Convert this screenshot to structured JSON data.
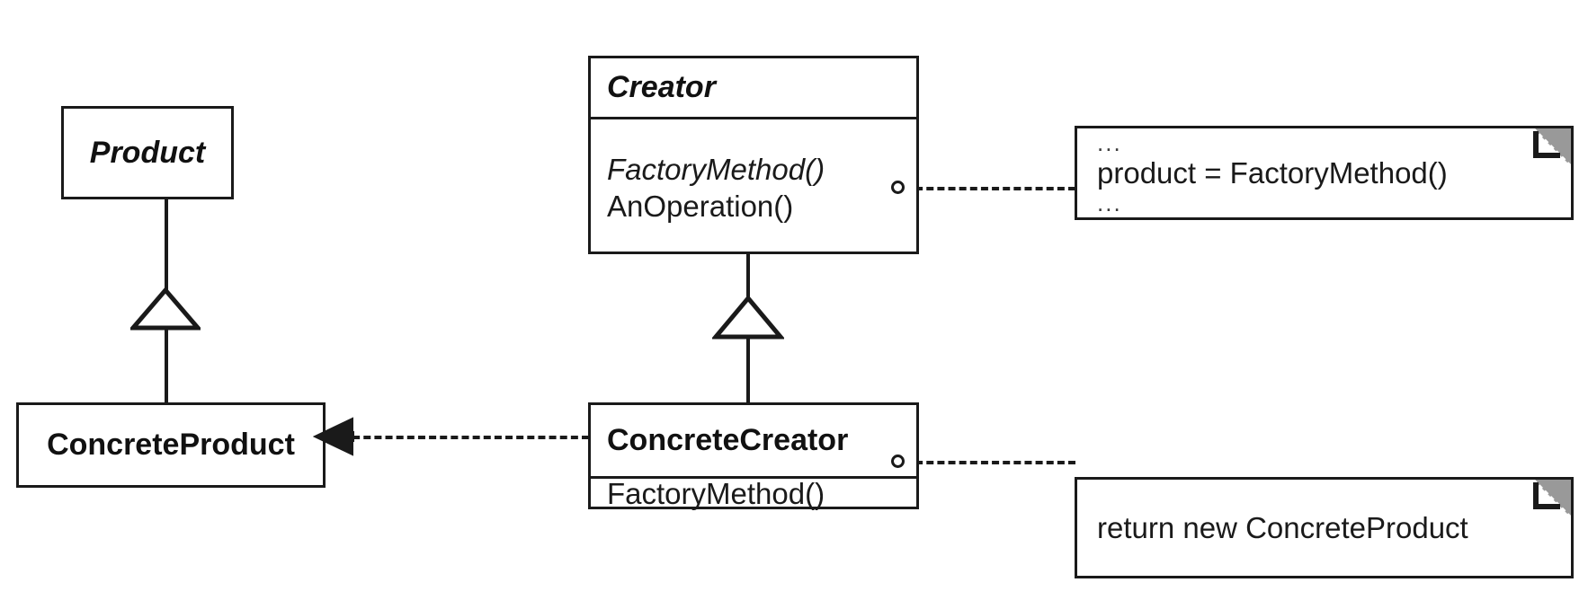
{
  "diagram": {
    "title": "Factory Method pattern class diagram",
    "type": "uml-class-diagram",
    "stroke_color": "#1a1a1a",
    "fill_color": "#ffffff",
    "fold_color": "#999999"
  },
  "classes": [
    {
      "id": "product",
      "name": "Product",
      "stereotype": "abstract",
      "members": []
    },
    {
      "id": "concrete-product",
      "name": "ConcreteProduct",
      "stereotype": "concrete",
      "members": []
    },
    {
      "id": "creator",
      "name": "Creator",
      "stereotype": "abstract",
      "members": [
        {
          "label": "FactoryMethod()",
          "abstract": true
        },
        {
          "label": "AnOperation()",
          "abstract": false
        }
      ]
    },
    {
      "id": "concrete-creator",
      "name": "ConcreteCreator",
      "stereotype": "concrete",
      "members": [
        {
          "label": "FactoryMethod()",
          "abstract": false
        }
      ]
    }
  ],
  "notes": [
    {
      "id": "creator-note",
      "lines": [
        "...",
        "product = FactoryMethod()",
        "..."
      ],
      "attached_to": "creator.AnOperation()"
    },
    {
      "id": "concrete-creator-note",
      "lines": [
        "return new ConcreteProduct"
      ],
      "attached_to": "concrete-creator.FactoryMethod()"
    }
  ],
  "relationships": [
    {
      "id": "product-generalization",
      "type": "generalization",
      "from": "ConcreteProduct",
      "to": "Product",
      "line": "solid",
      "head": "hollow-triangle"
    },
    {
      "id": "creator-generalization",
      "type": "generalization",
      "from": "ConcreteCreator",
      "to": "Creator",
      "line": "solid",
      "head": "hollow-triangle"
    },
    {
      "id": "creates-dependency",
      "type": "dependency",
      "from": "ConcreteCreator",
      "to": "ConcreteProduct",
      "line": "dashed",
      "head": "filled-arrow"
    }
  ],
  "labels": {
    "product_box": "Product",
    "concrete_product_box": "ConcreteProduct",
    "creator_box": "Creator",
    "creator_member_0": "FactoryMethod()",
    "creator_member_1": "AnOperation()",
    "concrete_creator_box": "ConcreteCreator",
    "concrete_creator_member_0": "FactoryMethod()",
    "note_top_line_0": "...",
    "note_top_line_1": "product = FactoryMethod()",
    "note_top_line_2": "...",
    "note_bottom_line_0": "return new ConcreteProduct"
  }
}
